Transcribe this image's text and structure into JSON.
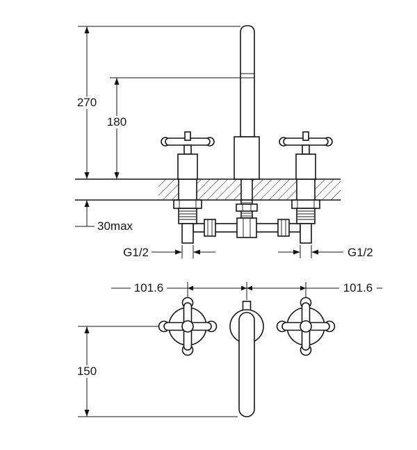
{
  "front_view": {
    "total_height_label": "270",
    "spout_upper_label": "180",
    "deck_max_label": "30max",
    "left_thread_label": "G1/2",
    "right_thread_label": "G1/2"
  },
  "plan_view": {
    "left_spacing_label": "101.6",
    "right_spacing_label": "101.6",
    "reach_label": "150"
  }
}
